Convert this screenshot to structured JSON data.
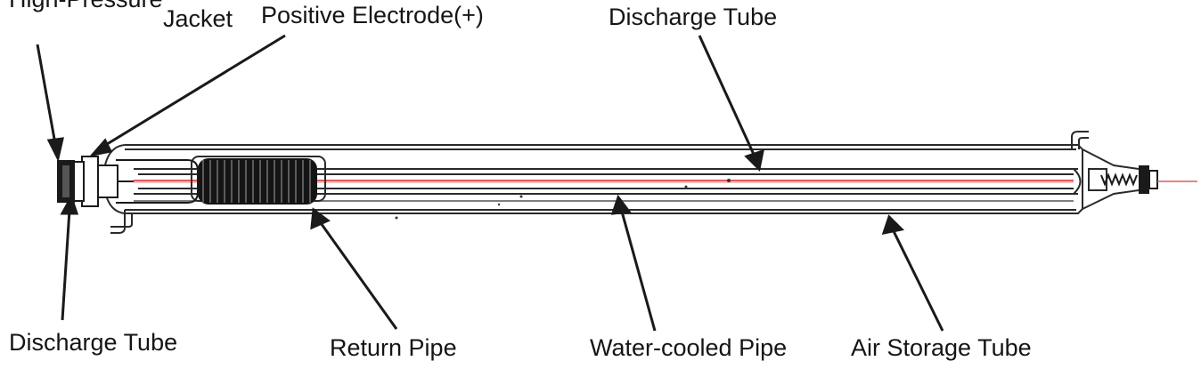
{
  "labels": {
    "top_cut": "High-Pressure",
    "jacket": "Jacket",
    "positive_electrode": "Positive Electrode(+)",
    "discharge_tube_top": "Discharge  Tube",
    "discharge_tube_bottom": "Discharge Tube",
    "return_pipe": "Return Pipe",
    "water_cooled_pipe": "Water-cooled Pipe",
    "air_storage_tube": "Air Storage Tube"
  },
  "colors": {
    "outline": "#1e1e1e",
    "glass_line": "#666666",
    "laser_beam": "#e05a5a",
    "coil": "#1a1a1a",
    "background": "#ffffff"
  }
}
